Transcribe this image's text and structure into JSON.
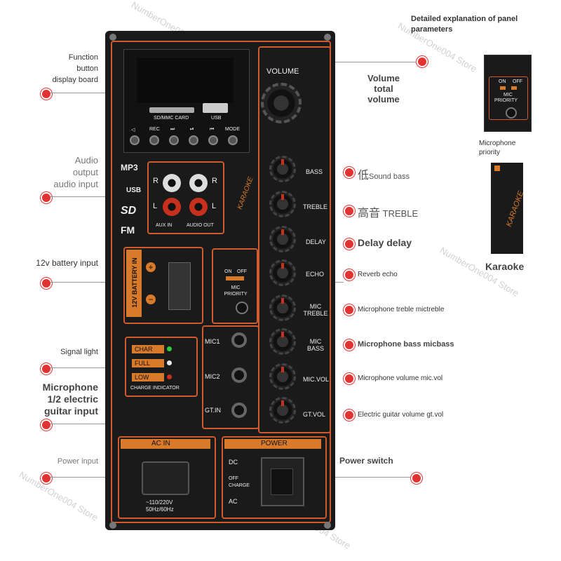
{
  "title": "Detailed explanation of panel parameters",
  "watermark": "NumberOne004 Store",
  "left_labels": {
    "function_board": [
      "Function",
      "button",
      "display board"
    ],
    "audio": [
      "Audio",
      "output",
      "audio input"
    ],
    "battery": "12v battery input",
    "signal": "Signal light",
    "mic": [
      "Microphone",
      "1/2 electric",
      "guitar input"
    ],
    "power_input": "Power input"
  },
  "right_labels": {
    "volume": [
      "Volume",
      "total",
      "volume"
    ],
    "bass_cn": "低",
    "bass": "Sound bass",
    "treble_cn": "高音",
    "treble": "TREBLE",
    "delay": "Delay delay",
    "echo": "Reverb echo",
    "mictreble": "Microphone treble mictreble",
    "micbass": "Microphone bass micbass",
    "micvol": "Microphone volume mic.vol",
    "gtvol": "Electric guitar volume gt.vol",
    "power_switch": "Power switch"
  },
  "far_right": {
    "mic_priority": [
      "Microphone",
      "priority"
    ],
    "karaoke": "Karaoke",
    "mini_on": "ON",
    "mini_off": "OFF",
    "mini_mic": "MIC",
    "mini_priority": "PRIORITY",
    "mini_karaoke": "KARAOKE"
  },
  "panel": {
    "volume": "VOLUME",
    "sd_card": "SD/MMC CARD",
    "usb": "USB",
    "buttons": [
      "◁",
      "REC",
      "⏭",
      "⏯",
      "⏮",
      "MODE"
    ],
    "knob_labels": [
      "BASS",
      "TREBLE",
      "DELAY",
      "ECHO",
      "MIC TREBLE",
      "MIC BASS",
      "MIC.VOL",
      "GT.VOL"
    ],
    "r": "R",
    "l": "L",
    "aux_in": "AUX IN",
    "audio_out": "AUDIO OUT",
    "karaoke": "KARAOKE",
    "battery_in": "12V BATTERY IN",
    "on": "ON",
    "off": "OFF",
    "mic_priority": "MIC PRIORITY",
    "mic1": "MIC1",
    "mic2": "MIC2",
    "gtin": "GT.IN",
    "charge_rows": [
      "CHAR",
      "FULL",
      "LOW"
    ],
    "charge_indicator": "CHARGE INDICATOR",
    "ac_in": "AC IN",
    "voltage": "~110/220V",
    "freq": "50Hz/60Hz",
    "power": "POWER",
    "dc": "DC",
    "off_charge": "OFF CHARGE",
    "ac": "AC",
    "logo_mp3": "MP3",
    "logo_usb": "USB",
    "logo_sd": "SD",
    "logo_fm": "FM"
  }
}
